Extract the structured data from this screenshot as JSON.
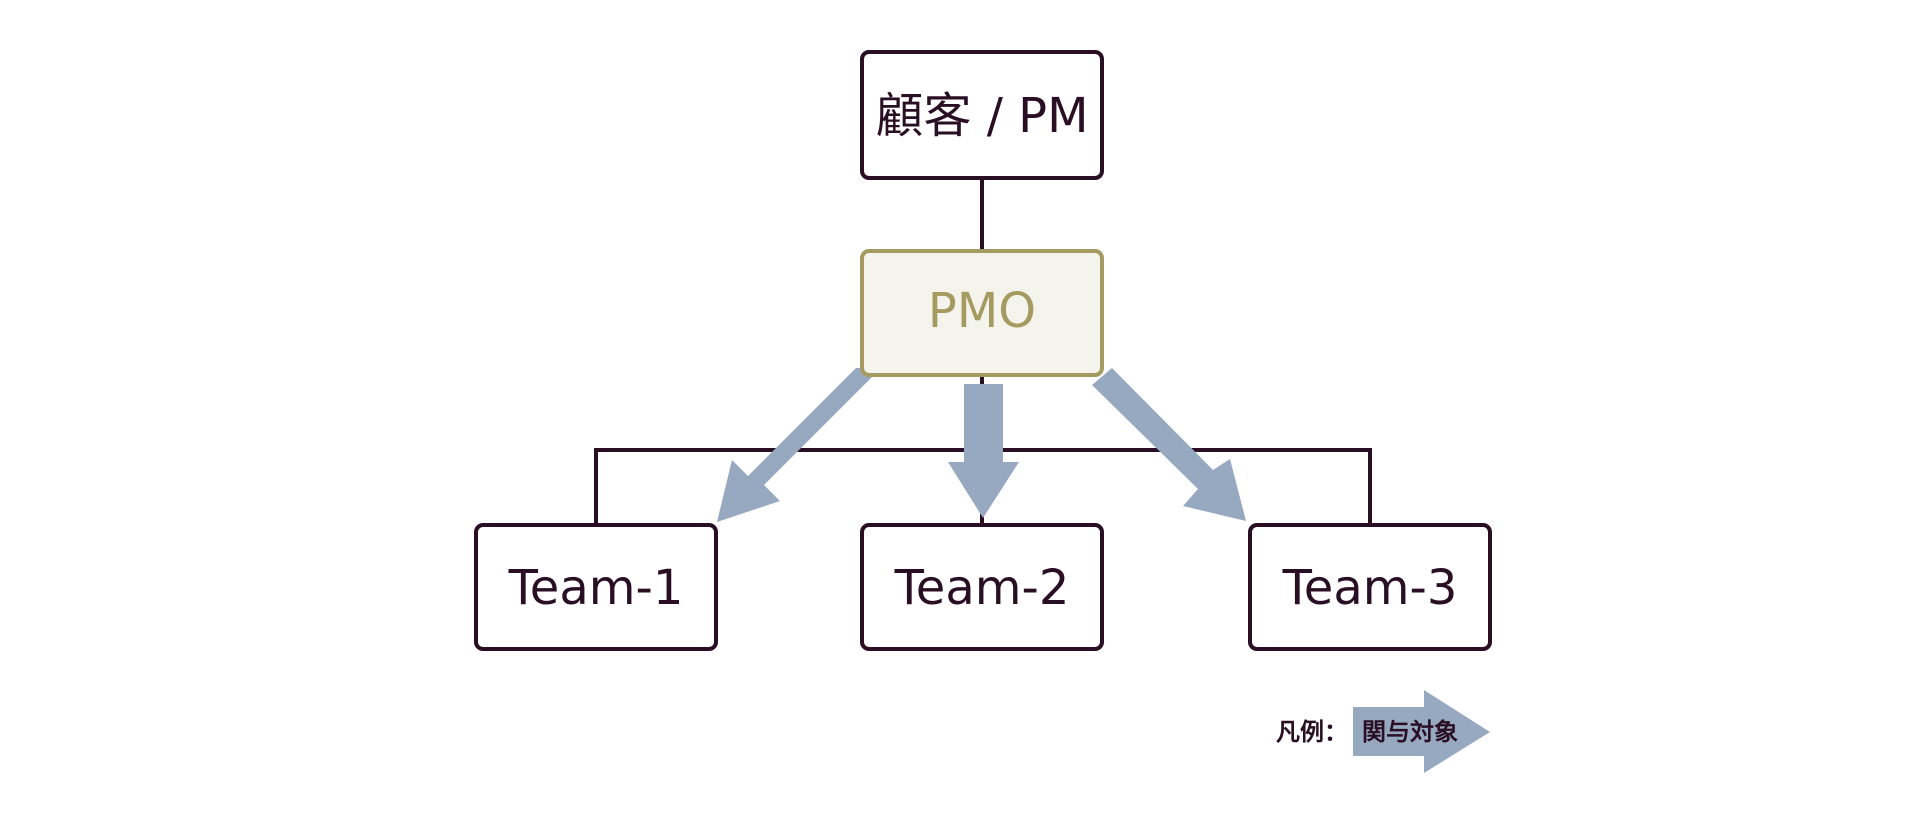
{
  "colors": {
    "ink": "#2a0f24",
    "pmo_border": "#a59a5f",
    "pmo_fill": "#f4f3ec",
    "pmo_text": "#a59a5f",
    "arrow": "#97a9c0",
    "background": "#ffffff"
  },
  "nodes": {
    "client": {
      "label": "顧客 / PM"
    },
    "pmo": {
      "label": "PMO"
    },
    "team1": {
      "label": "Team-1"
    },
    "team2": {
      "label": "Team-2"
    },
    "team3": {
      "label": "Team-3"
    }
  },
  "legend": {
    "prefix": "凡例：",
    "arrow_label": "関与対象"
  }
}
